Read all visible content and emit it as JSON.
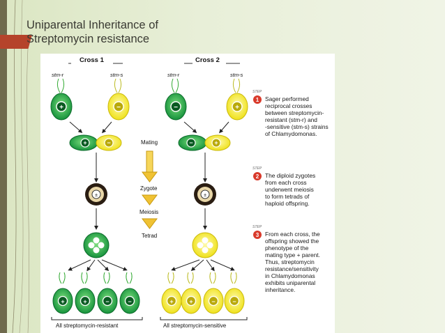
{
  "slide": {
    "title_line1": "Uniparental Inheritance of",
    "title_line2": "Streptomycin resistance"
  },
  "figure": {
    "cross1_label": "Cross 1",
    "cross2_label": "Cross 2",
    "strain_r": "stm-r",
    "strain_s": "stm-s",
    "plus": "+",
    "minus": "−",
    "step_sign": "STEP",
    "steps": [
      {
        "num": "1",
        "lines": [
          "Sager performed",
          "reciprocal crosses",
          "between streptomycin-",
          "resistant (stm-r) and",
          "-sensitive (stm-s) strains",
          "of Chlamydomonas."
        ]
      },
      {
        "num": "2",
        "lines": [
          "The diploid zygotes",
          "from each cross",
          "underwent meiosis",
          "to form tetrads of",
          "haploid offspring."
        ]
      },
      {
        "num": "3",
        "lines": [
          "From each cross, the",
          "offspring showed the",
          "phenotype of the",
          "mating type + parent.",
          "Thus, streptomycin",
          "resistance/sensitivity",
          "in Chlamydomonas",
          "exhibits uniparental",
          "inheritance."
        ]
      }
    ],
    "stage_mating": "Mating",
    "stage_zygote": "Zygote",
    "stage_meiosis": "Meiosis",
    "stage_tetrad": "Tetrad",
    "result1": "All streptomycin-resistant",
    "result2": "All streptomycin-sensitive",
    "colors": {
      "resistant": "#1fa84a",
      "sensitive": "#f3ea2b",
      "arrow": "#f0c233",
      "step_badge": "#d93a2b"
    }
  }
}
